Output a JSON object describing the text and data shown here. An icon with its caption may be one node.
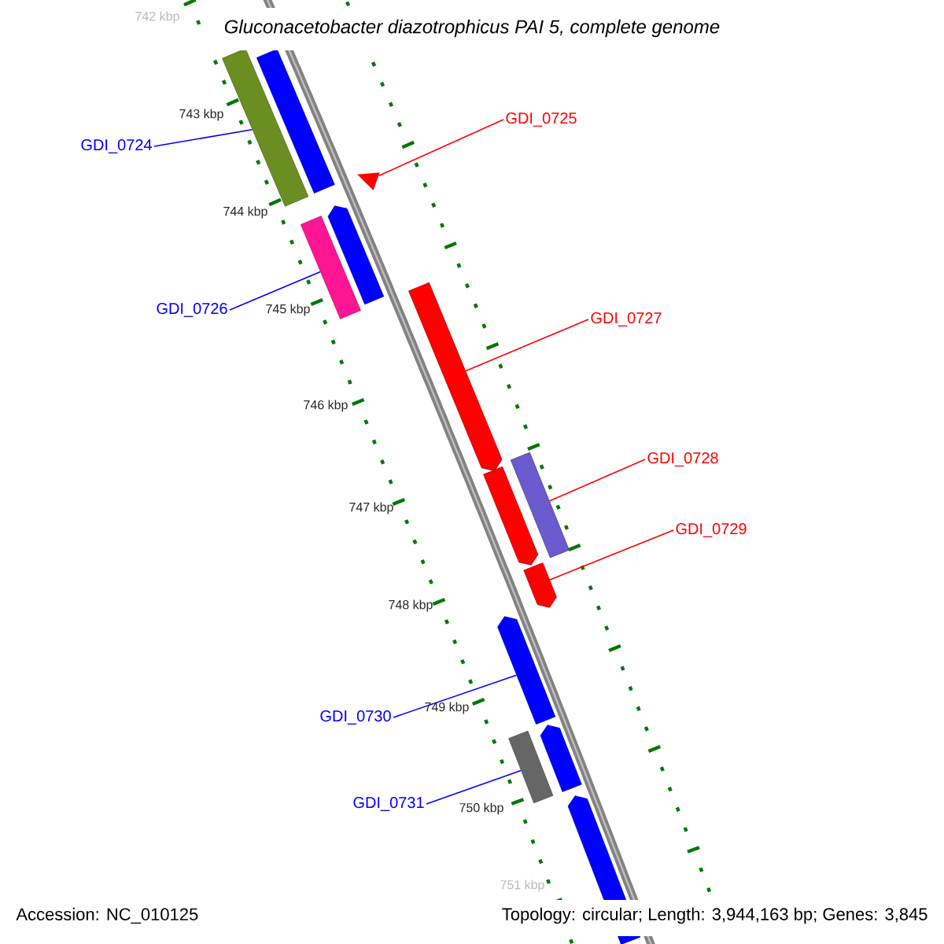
{
  "diagram": {
    "title": "Gluconacetobacter diazotrophicus PAI 5, complete genome",
    "nodes": [
      {
        "text": [
          "GDI_0724"
        ]
      },
      {
        "text": [
          "GDI_0725"
        ]
      },
      {
        "text": [
          "GDI_0726"
        ]
      },
      {
        "text": [
          "GDI_0727"
        ]
      },
      {
        "text": [
          "GDI_0728"
        ]
      },
      {
        "text": [
          "GDI_0729"
        ]
      },
      {
        "text": [
          "GDI_0730"
        ]
      },
      {
        "text": [
          "GDI_0731"
        ]
      },
      {
        "text": [],
        "shape": "bar"
      },
      {
        "text": [],
        "shape": "bar"
      },
      {
        "text": [],
        "shape": "triangle"
      },
      {
        "text": [],
        "shape": "bar"
      },
      {
        "text": [],
        "shape": "arrow"
      },
      {
        "text": [],
        "shape": "arrow"
      },
      {
        "text": [],
        "shape": "bar"
      },
      {
        "text": [],
        "shape": "arrow"
      },
      {
        "text": [],
        "shape": "arrow"
      },
      {
        "text": [],
        "shape": "arrow"
      },
      {
        "text": [],
        "shape": "bar"
      },
      {
        "text": [],
        "shape": "arrow"
      },
      {
        "text": [],
        "shape": "arrow"
      }
    ],
    "edges": [
      {
        "from": 0,
        "to": 8,
        "arrow": "none",
        "color": "#0000ff"
      },
      {
        "from": 1,
        "to": 10,
        "arrow": "none",
        "color": "#ff0000"
      },
      {
        "from": 2,
        "to": 11,
        "arrow": "none",
        "color": "#0000ff"
      },
      {
        "from": 3,
        "to": 13,
        "arrow": "none",
        "color": "#ff0000"
      },
      {
        "from": 4,
        "to": 14,
        "arrow": "none",
        "color": "#ff0000"
      },
      {
        "from": 5,
        "to": 16,
        "arrow": "none",
        "color": "#ff0000"
      },
      {
        "from": 6,
        "to": 17,
        "arrow": "none",
        "color": "#0000ff"
      },
      {
        "from": 7,
        "to": 18,
        "arrow": "none",
        "color": "#0000ff"
      }
    ],
    "labels": [
      "742 kbp",
      "743 kbp",
      "744 kbp",
      "745 kbp",
      "746 kbp",
      "747 kbp",
      "748 kbp",
      "749 kbp",
      "750 kbp",
      "751 kbp",
      "Accession: NC_010125",
      "Topology: circular; Length: 3,944,163 bp; Genes: 3,845"
    ]
  }
}
